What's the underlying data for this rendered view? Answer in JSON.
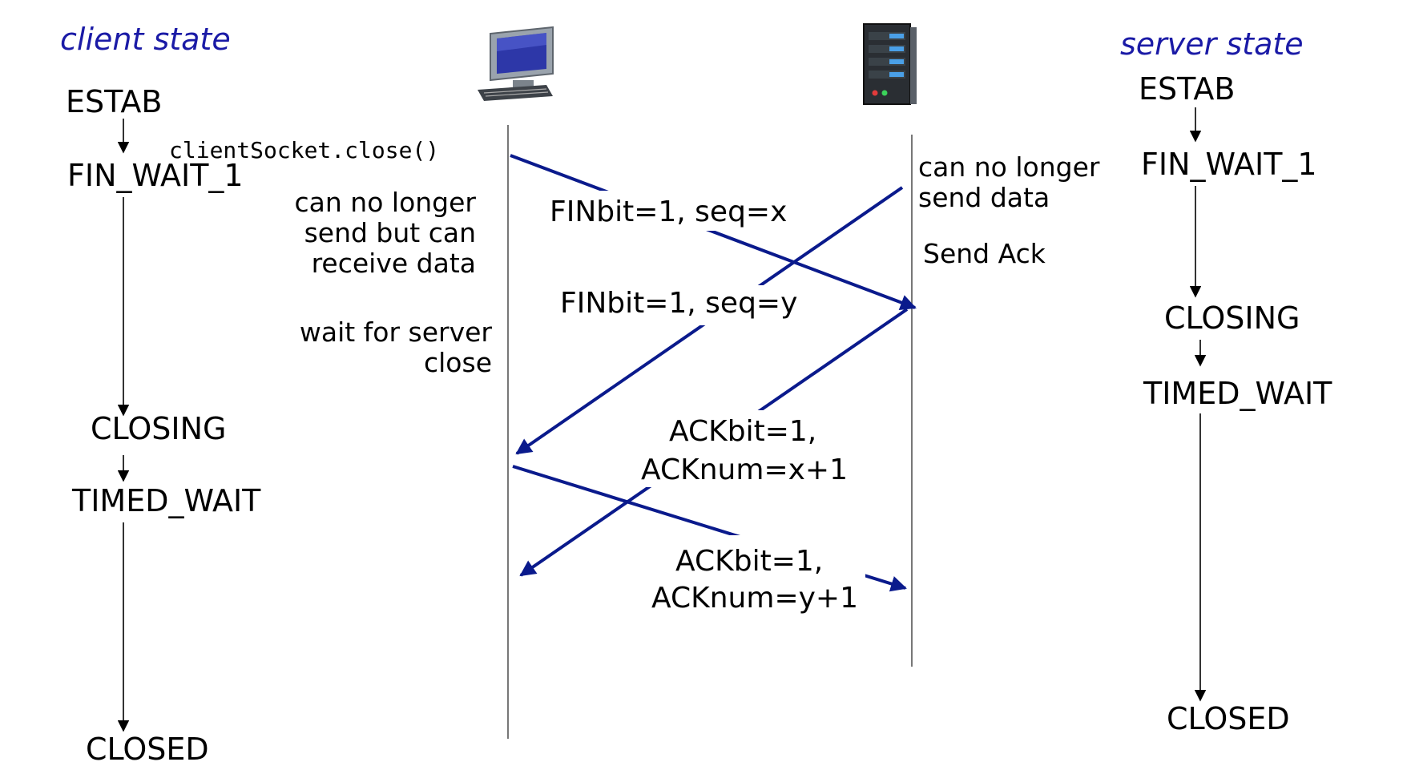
{
  "colors": {
    "accent": "#1a1aa6",
    "arrow": "#0a1a8c",
    "lifeline": "#555555"
  },
  "headers": {
    "client": "client state",
    "server": "server state"
  },
  "icons": {
    "client": "desktop-computer-icon",
    "server": "server-rack-icon"
  },
  "client_states": {
    "estab": "ESTAB",
    "fin_wait_1": "FIN_WAIT_1",
    "closing": "CLOSING",
    "timed_wait": "TIMED_WAIT",
    "closed": "CLOSED"
  },
  "server_states": {
    "estab": "ESTAB",
    "fin_wait_1": "FIN_WAIT_1",
    "closing": "CLOSING",
    "timed_wait": "TIMED_WAIT",
    "closed": "CLOSED"
  },
  "client_call": "clientSocket.close()",
  "client_notes": {
    "no_longer_1": "can no longer",
    "no_longer_2": "send but can",
    "no_longer_3": "receive data",
    "wait_1": "wait for server",
    "wait_2": "close"
  },
  "server_notes": {
    "no_longer_1": "can no longer",
    "no_longer_2": "send data",
    "send_ack": "Send Ack"
  },
  "messages": {
    "client_fin": "FINbit=1, seq=x",
    "server_fin": "FINbit=1, seq=y",
    "server_ack_1": "ACKbit=1,",
    "server_ack_2": "ACKnum=x+1",
    "client_ack_1": "ACKbit=1,",
    "client_ack_2": "ACKnum=y+1"
  }
}
